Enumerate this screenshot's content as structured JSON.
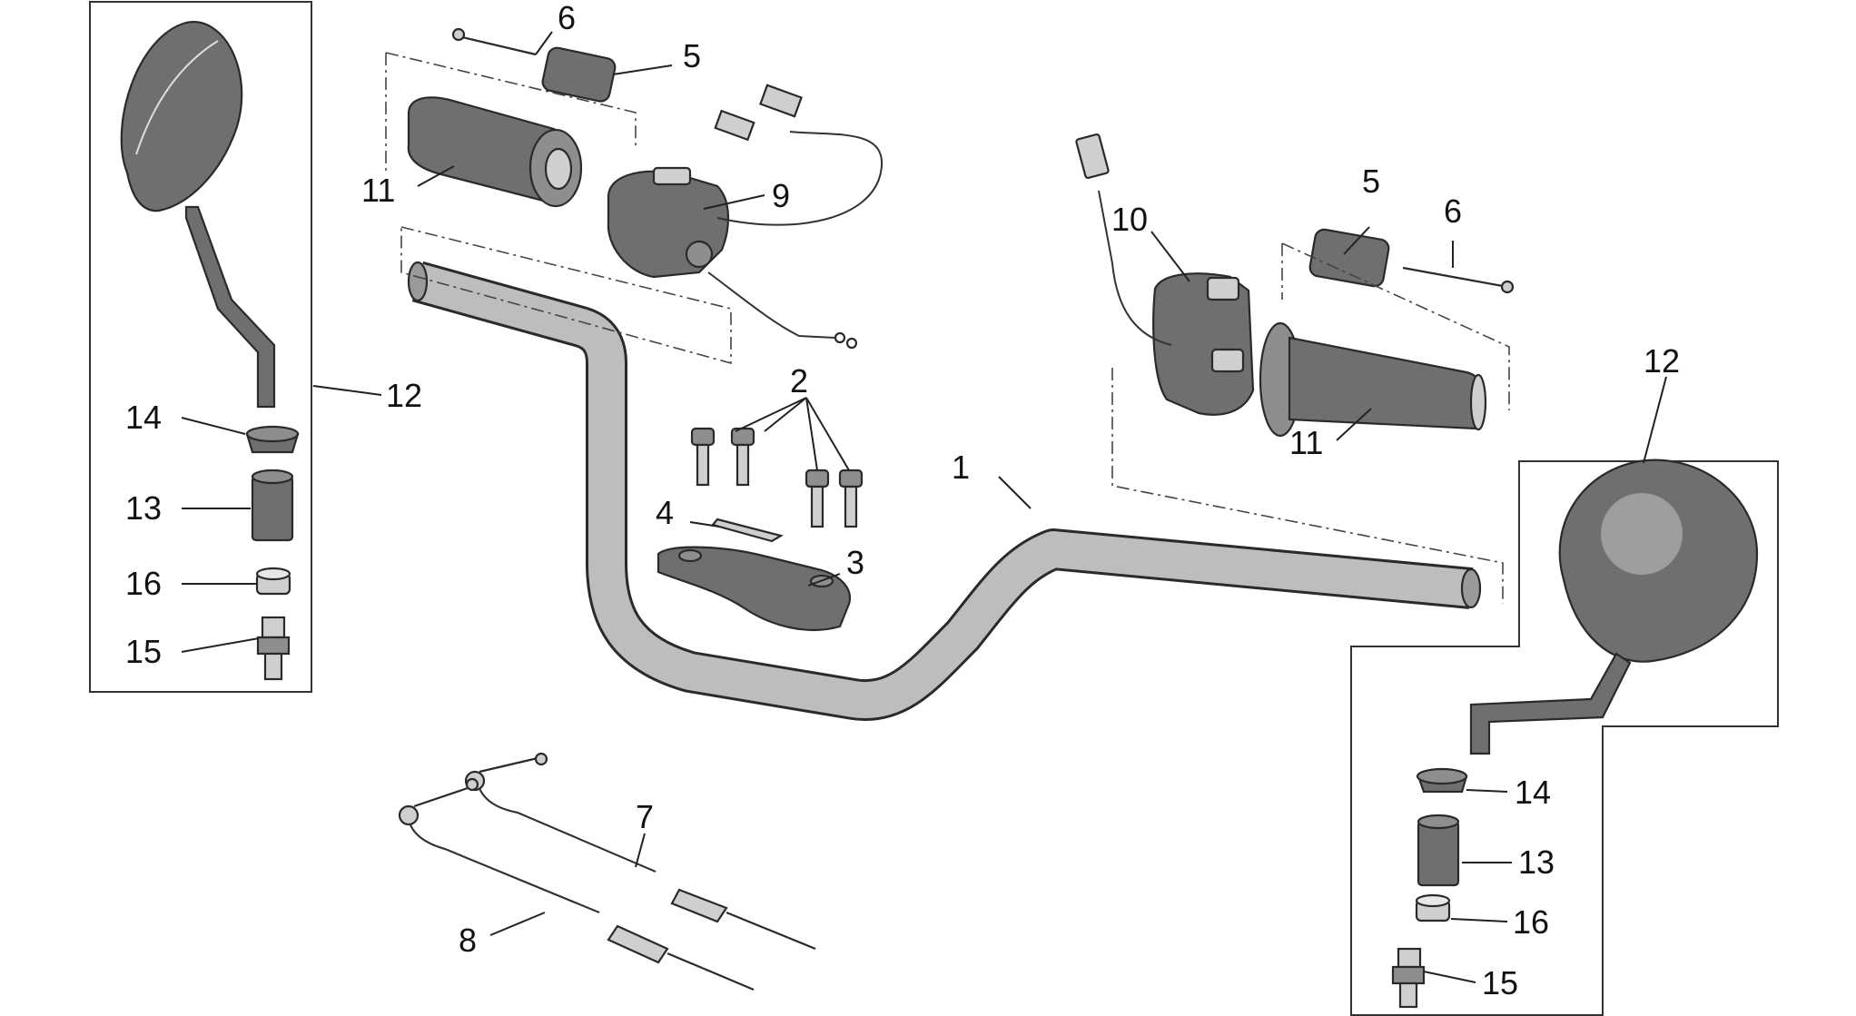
{
  "callouts": {
    "c1": "1",
    "c2": "2",
    "c3": "3",
    "c4": "4",
    "c5a": "5",
    "c5b": "5",
    "c6a": "6",
    "c6b": "6",
    "c7": "7",
    "c8": "8",
    "c9": "9",
    "c10": "10",
    "c11a": "11",
    "c11b": "11",
    "c12a": "12",
    "c12b": "12",
    "c13a": "13",
    "c13b": "13",
    "c14a": "14",
    "c14b": "14",
    "c15a": "15",
    "c15b": "15",
    "c16a": "16",
    "c16b": "16"
  },
  "colors": {
    "line": "#222222",
    "part_fill": "#b8b8b8",
    "dark_fill": "#6f6f6f",
    "background": "#ffffff"
  }
}
